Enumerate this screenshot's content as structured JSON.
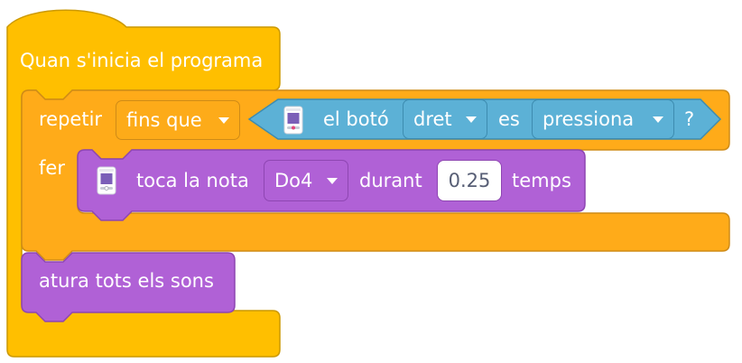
{
  "colors": {
    "events": "#ffbf00",
    "events_border": "#cc9900",
    "control": "#ffab19",
    "control_border": "#cf8b17",
    "sensing": "#5cb1d6",
    "sensing_border": "#3d8cb0",
    "sound": "#b061d6",
    "sound_border": "#8e46b2"
  },
  "hat_block": {
    "label": "Quan s'inicia el programa"
  },
  "repeat_block": {
    "label": "repetir",
    "mode_dropdown": {
      "value": "fins que"
    },
    "do_label": "fer"
  },
  "condition_block": {
    "icon": "hub-icon",
    "label_prefix": "el botó",
    "button_dropdown": {
      "value": "dret"
    },
    "label_middle": "es",
    "state_dropdown": {
      "value": "pressiona"
    },
    "label_suffix": "?"
  },
  "note_block": {
    "icon": "hub-icon",
    "label_prefix": "toca la nota",
    "note_dropdown": {
      "value": "Do4"
    },
    "label_middle": "durant",
    "duration_input": {
      "value": "0.25"
    },
    "label_suffix": "temps"
  },
  "stop_block": {
    "label": "atura tots els sons"
  }
}
